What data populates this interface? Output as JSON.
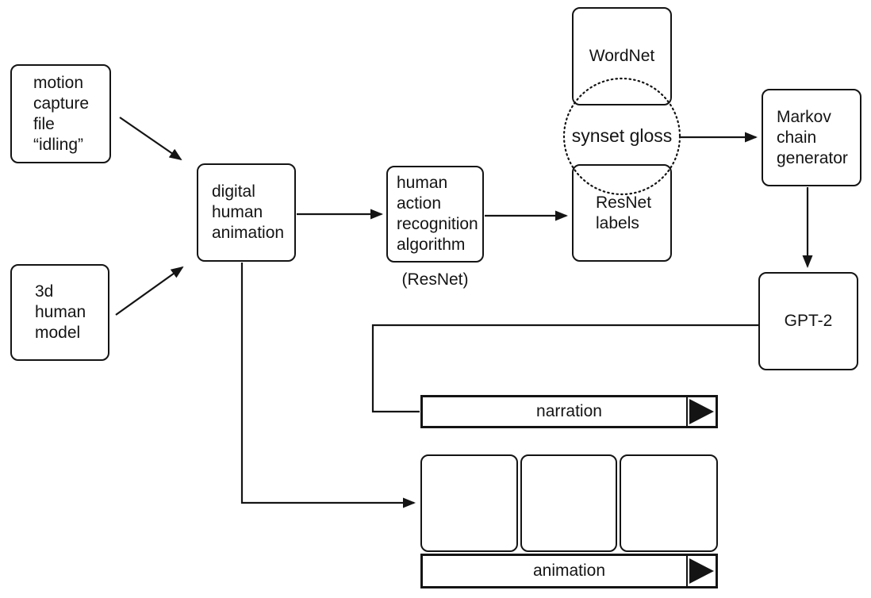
{
  "colors": {
    "background": "#ffffff",
    "line": "#141414",
    "text": "#141414",
    "play_icon_fill": "#141414"
  },
  "nodes": {
    "motion_capture": {
      "label": "motion\ncapture\nfile\n“idling”"
    },
    "human_model_3d": {
      "label": "3d\nhuman\nmodel"
    },
    "digital_human_animation": {
      "label": "digital\nhuman\nanimation"
    },
    "action_recognition": {
      "label": "human\naction\nrecognition\nalgorithm",
      "caption": "(ResNet)"
    },
    "wordnet": {
      "label": "WordNet"
    },
    "synset_gloss": {
      "label": "synset gloss"
    },
    "resnet_labels": {
      "label": "ResNet\nlabels"
    },
    "markov_chain": {
      "label": "Markov\nchain\ngenerator"
    },
    "gpt2": {
      "label": "GPT-2"
    }
  },
  "outputs": {
    "narration": {
      "label": "narration",
      "icon": "play-icon"
    },
    "animation": {
      "label": "animation",
      "icon": "play-icon",
      "frame_count": 3
    }
  },
  "edges": [
    {
      "from": "motion_capture",
      "to": "digital_human_animation"
    },
    {
      "from": "human_model_3d",
      "to": "digital_human_animation"
    },
    {
      "from": "digital_human_animation",
      "to": "action_recognition"
    },
    {
      "from": "action_recognition",
      "to": "resnet_labels"
    },
    {
      "from": "synset_gloss",
      "to": "markov_chain"
    },
    {
      "from": "markov_chain",
      "to": "gpt2"
    },
    {
      "from": "gpt2",
      "to": "narration"
    },
    {
      "from": "digital_human_animation",
      "to": "animation"
    }
  ]
}
